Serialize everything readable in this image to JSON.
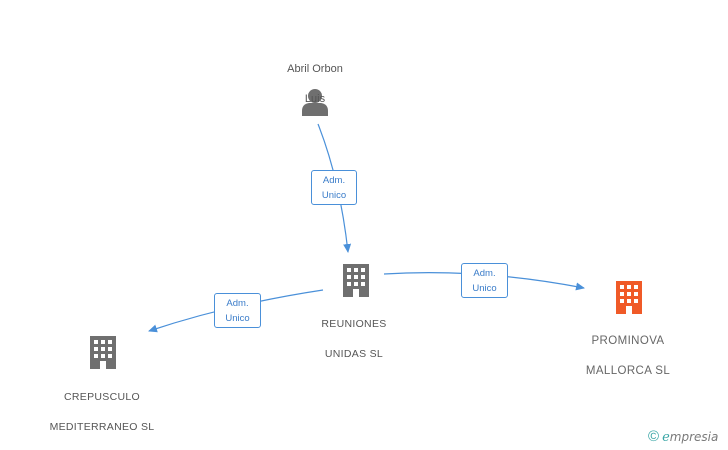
{
  "nodes": {
    "person": {
      "name_line1": "Abril Orbon",
      "name_line2": "Luis",
      "icon": "person-icon"
    },
    "reuniones": {
      "name_line1": "REUNIONES",
      "name_line2": "UNIDAS SL",
      "icon": "building-icon"
    },
    "prominova": {
      "name_line1": "PROMINOVA",
      "name_line2": "MALLORCA SL",
      "icon": "building-icon"
    },
    "crepusculo": {
      "name_line1": "CREPUSCULO",
      "name_line2": "MEDITERRANEO SL",
      "icon": "building-icon"
    }
  },
  "edges": {
    "person_to_reuniones": {
      "line1": "Adm.",
      "line2": "Unico"
    },
    "reuniones_to_prominova": {
      "line1": "Adm.",
      "line2": "Unico"
    },
    "reuniones_to_crepusculo": {
      "line1": "Adm.",
      "line2": "Unico"
    }
  },
  "colors": {
    "edge": "#4a90d9",
    "building_default": "#6f6f6f",
    "building_highlight": "#f05a28",
    "person": "#6f6f6f"
  },
  "watermark": {
    "copyright": "©",
    "brand_initial": "e",
    "brand_rest": "mpresia"
  }
}
